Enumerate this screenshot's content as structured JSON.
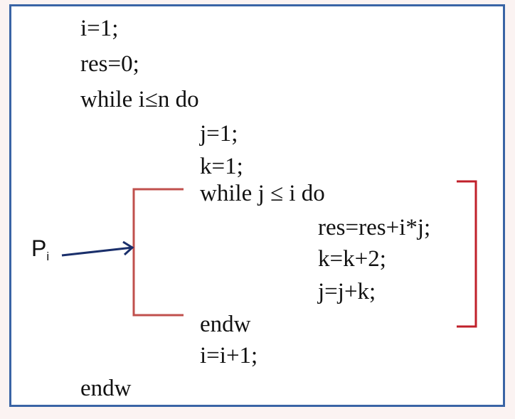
{
  "code": {
    "line1": "i=1;",
    "line2": "res=0;",
    "line3": "while i≤n do",
    "line4": "j=1;",
    "line5": "k=1;",
    "line6": "while j ≤ i do",
    "line7": "res=res+i*j;",
    "line8": "k=k+2;",
    "line9": "j=j+k;",
    "line10": "endw",
    "line11": "i=i+1;",
    "line12": "endw"
  },
  "annotation": {
    "label_base": "P",
    "label_sub": "i",
    "arrow_color": "#1a2f6b",
    "bracket_left_color": "#c0504d",
    "bracket_right_color": "#c0202a"
  },
  "colors": {
    "frame_border": "#3a64a5",
    "text": "#111111"
  }
}
